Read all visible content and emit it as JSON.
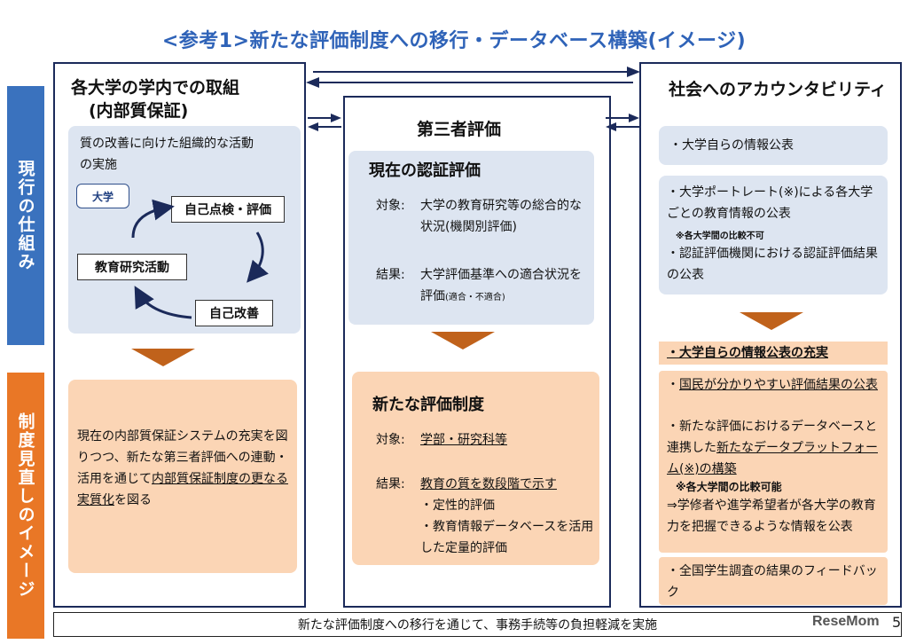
{
  "title": "<参考1>新たな評価制度への移行・データベース構築(イメージ)",
  "sidebar": {
    "current": "現行の仕組み",
    "future": "制度見直しのイメージ"
  },
  "left": {
    "heading_line1": "各大学の学内での取組",
    "heading_line2": "(内部質保証)",
    "cycle_intro_line1": "質の改善に向けた組織的な活動",
    "cycle_intro_line2": "の実施",
    "univ_tag": "大学",
    "node_self_check": "自己点検・評価",
    "node_research": "教育研究活動",
    "node_improve": "自己改善",
    "future_pre": "現在の内部質保証システムの充実を図りつつ、新たな第三者評価への連動・活用を通じて",
    "future_underlined": "内部質保証制度の更なる実質化",
    "future_post": "を図る"
  },
  "center": {
    "heading": "第三者評価",
    "current_heading": "現在の認証評価",
    "target_label": "対象:",
    "target_text": "大学の教育研究等の総合的な状況(機関別評価)",
    "result_label": "結果:",
    "result_text": "大学評価基準への適合状況を評価",
    "result_small": "(適合・不適合)",
    "new_heading": "新たな評価制度",
    "new_target_label": "対象:",
    "new_target_text": "学部・研究科等",
    "new_result_label": "結果:",
    "new_result_text": "教育の質を数段階で示す",
    "new_result_item1": "・定性的評価",
    "new_result_item2": "・教育情報データベースを活用した定量的評価"
  },
  "right": {
    "heading": "社会へのアカウンタビリティ",
    "item1": "・大学自らの情報公表",
    "item2a": "・大学ポートレート(※)による各大学ごとの教育情報の公表",
    "item2a_note": "※各大学間の比較不可",
    "item2b": "・認証評価機関における認証評価結果の公表",
    "future_header": "・大学自らの情報公表の充実",
    "future_a_pre": "・",
    "future_a_u": "国民が分かりやすい評価結果の公表",
    "future_b_pre": "・新たな評価におけるデータベースと連携した",
    "future_b_u": "新たなデータプラットフォーム(※)の構築",
    "future_note": "※各大学間の比較可能",
    "future_c": "⇒学修者や進学希望者が各大学の教育力を把握できるような情報を公表",
    "future_d": "・全国学生調査の結果のフィードバック"
  },
  "footer": "新たな評価制度への移行を通じて、事務手続等の負担軽減を実施",
  "logo": "ReseMom",
  "page_number": "5",
  "colors": {
    "title": "#2f63b8",
    "sidebar_current": "#3a72be",
    "sidebar_future": "#e97726",
    "box_blue": "#dde5f1",
    "box_peach": "#fbd5b5",
    "arrow": "#c0621b",
    "border": "#1b2a5a"
  }
}
